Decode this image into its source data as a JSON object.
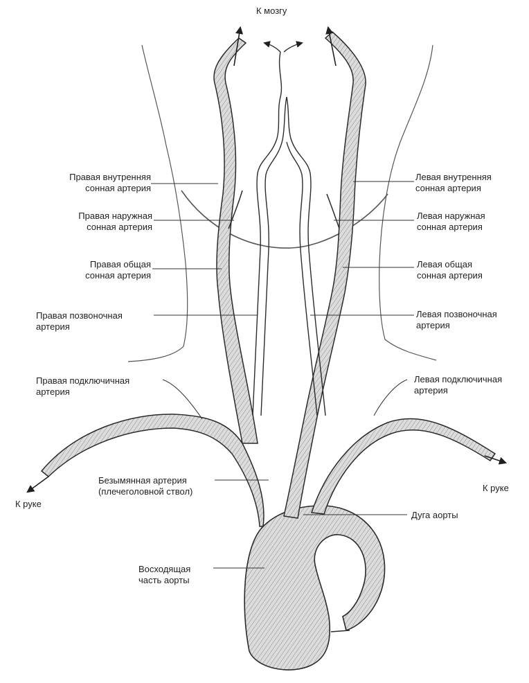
{
  "labels": {
    "to_brain": "К мозгу",
    "to_arm_right": "К руке",
    "to_arm_left": "К руке",
    "right_internal_carotid": "Правая внутренняя\nсонная артерия",
    "right_external_carotid": "Правая наружная\nсонная артерия",
    "right_common_carotid": "Правая общая\nсонная артерия",
    "right_vertebral": "Правая позвоночная\nартерия",
    "right_subclavian": "Правая подключичная\nартерия",
    "innominate": "Безымянная артерия\n(плечеголовной ствол)",
    "ascending_aorta": "Восходящая\nчасть аорты",
    "left_internal_carotid": "Левая внутренняя\nсонная артерия",
    "left_external_carotid": "Левая наружная\nсонная артерия",
    "left_common_carotid": "Левая общая\nсонная артерия",
    "left_vertebral": "Левая позвоночная\nартерия",
    "left_subclavian": "Левая подключичная\nартерия",
    "aortic_arch": "Дуга аорты"
  },
  "colors": {
    "vessel_fill": "#d9d9d9",
    "vessel_stroke": "#2a2a2a",
    "leader": "#333333"
  }
}
